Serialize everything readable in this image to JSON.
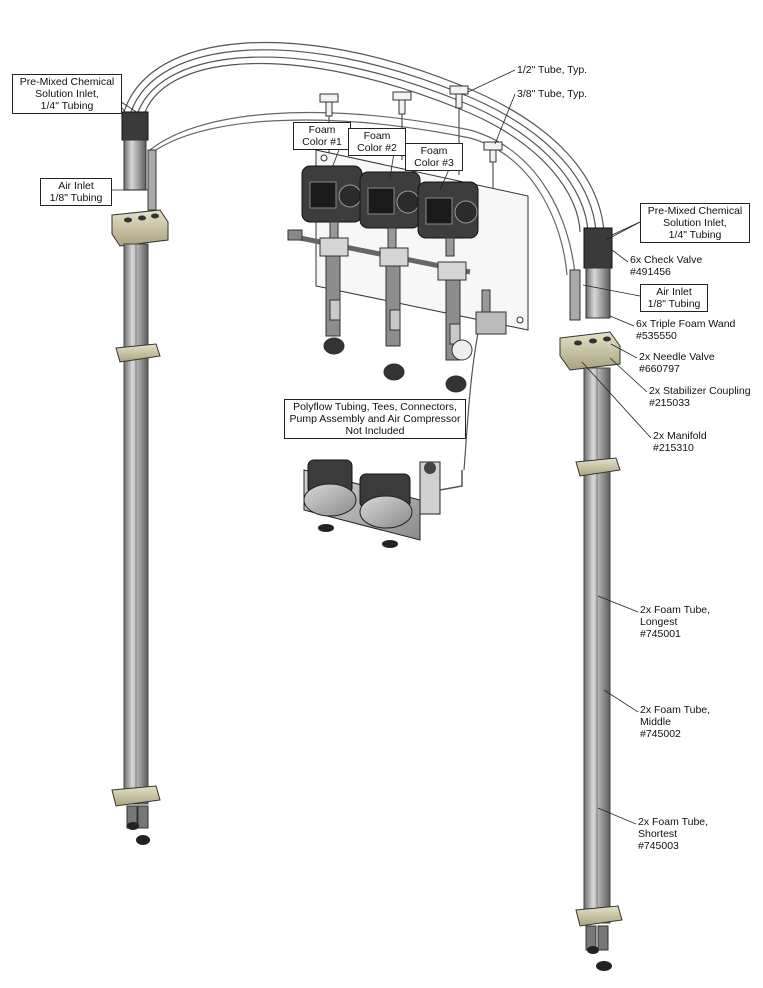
{
  "labels": {
    "pre_mixed_left": {
      "l1": "Pre-Mixed Chemical",
      "l2": "Solution Inlet,",
      "l3": "1/4\" Tubing"
    },
    "air_inlet_left": {
      "l1": "Air Inlet",
      "l2": "1/8\" Tubing"
    },
    "foam_color_1": {
      "l1": "Foam",
      "l2": "Color #1"
    },
    "foam_color_2": {
      "l1": "Foam",
      "l2": "Color #2"
    },
    "foam_color_3": {
      "l1": "Foam",
      "l2": "Color #3"
    },
    "half_tube": "1/2\" Tube, Typ.",
    "three_eighth_tube": "3/8\" Tube, Typ.",
    "pre_mixed_right": {
      "l1": "Pre-Mixed Chemical",
      "l2": "Solution Inlet,",
      "l3": "1/4\" Tubing"
    },
    "check_valve": {
      "l1": "6x Check Valve",
      "l2": "#491456"
    },
    "air_inlet_right": {
      "l1": "Air Inlet",
      "l2": "1/8\" Tubing"
    },
    "foam_wand": {
      "l1": "6x Triple Foam Wand",
      "l2": "#535550"
    },
    "needle_valve": {
      "l1": "2x Needle Valve",
      "l2": "#660797"
    },
    "stabilizer": {
      "l1": "2x Stabilizer Coupling",
      "l2": "#215033"
    },
    "manifold": {
      "l1": "2x Manifold",
      "l2": "#215310"
    },
    "not_included": {
      "l1": "Polyflow Tubing, Tees, Connectors,",
      "l2": "Pump Assembly and Air Compressor",
      "l3": "Not Included"
    },
    "foam_tube_longest": {
      "l1": "2x Foam Tube,",
      "l2": "Longest",
      "l3": "#745001"
    },
    "foam_tube_middle": {
      "l1": "2x Foam Tube,",
      "l2": "Middle",
      "l3": "#745002"
    },
    "foam_tube_shortest": {
      "l1": "2x Foam Tube,",
      "l2": "Shortest",
      "l3": "#745003"
    }
  }
}
